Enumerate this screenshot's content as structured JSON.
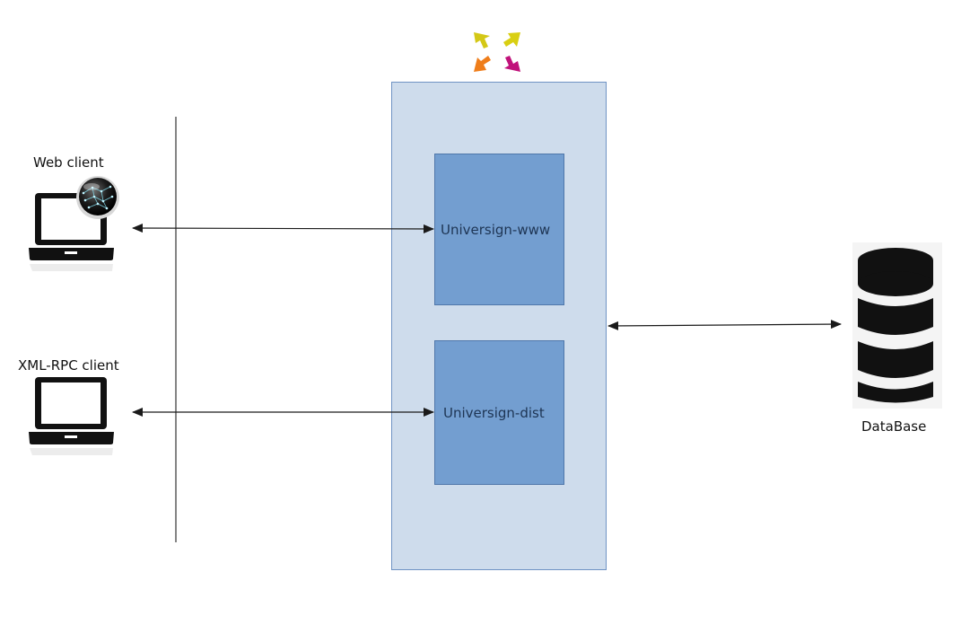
{
  "clients": {
    "web_client_label": "Web client",
    "xmlrpc_client_label": "XML-RPC client"
  },
  "server": {
    "module_www_label": "Universign-www",
    "module_dist_label": "Universign-dist"
  },
  "database": {
    "label": "DataBase"
  },
  "icons": {
    "web_client": "laptop-icon",
    "globe": "globe-icon",
    "xmlrpc_client": "laptop-icon",
    "database": "database-icon",
    "logo": "universign-logo"
  },
  "colors": {
    "container_fill": "#cedcec",
    "container_border": "#6f93c4",
    "module_fill": "#739ed0",
    "logo_yellow": "#d4c816",
    "logo_orange": "#ef7d1a",
    "logo_magenta": "#c0127a"
  }
}
